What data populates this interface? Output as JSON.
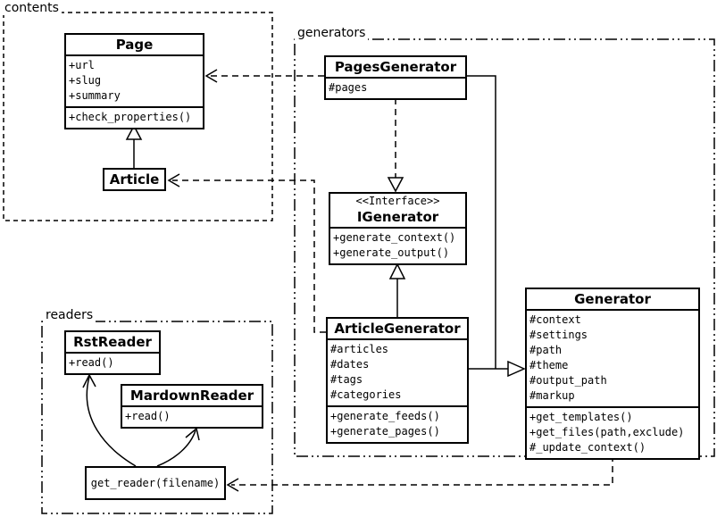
{
  "diagram": {
    "packages": [
      {
        "id": "contents",
        "label": "contents"
      },
      {
        "id": "generators",
        "label": "generators"
      },
      {
        "id": "readers",
        "label": "readers"
      }
    ],
    "classes": {
      "page": {
        "title": "Page",
        "attributes": [
          "+url",
          "+slug",
          "+summary"
        ],
        "methods": [
          "+check_properties()"
        ]
      },
      "article": {
        "title": "Article"
      },
      "pages_generator": {
        "title": "PagesGenerator",
        "attributes": [
          "#pages"
        ]
      },
      "igenerator": {
        "stereotype": "<<Interface>>",
        "title": "IGenerator",
        "methods": [
          "+generate_context()",
          "+generate_output()"
        ]
      },
      "article_generator": {
        "title": "ArticleGenerator",
        "attributes": [
          "#articles",
          "#dates",
          "#tags",
          "#categories"
        ],
        "methods": [
          "+generate_feeds()",
          "+generate_pages()"
        ]
      },
      "generator": {
        "title": "Generator",
        "attributes": [
          "#context",
          "#settings",
          "#path",
          "#theme",
          "#output_path",
          "#markup"
        ],
        "methods": [
          "+get_templates()",
          "+get_files(path,exclude)",
          "#_update_context()"
        ]
      },
      "rst_reader": {
        "title": "RstReader",
        "methods": [
          "+read()"
        ]
      },
      "markdown_reader": {
        "title": "MardownReader",
        "methods": [
          "+read()"
        ]
      },
      "get_reader": {
        "title": "get_reader(filename)"
      }
    },
    "colors": {
      "line": "#000000",
      "background": "#ffffff"
    }
  }
}
